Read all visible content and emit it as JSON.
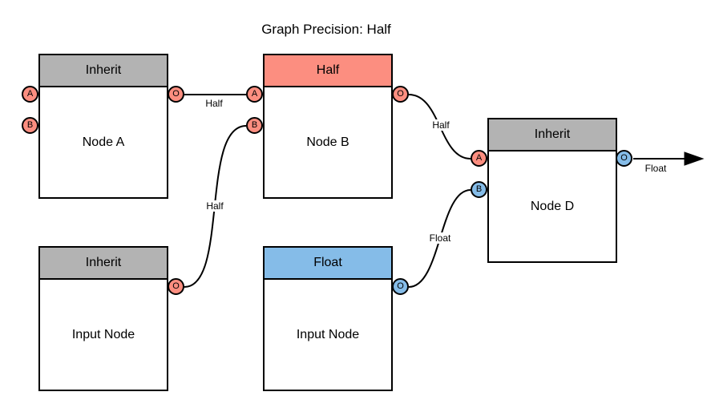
{
  "title": "Graph Precision: Half",
  "colors": {
    "inherit": "#B3B3B3",
    "half": "#FC8E80",
    "float": "#85BCE8",
    "stroke": "#000000",
    "background": "#FFFFFF"
  },
  "nodes": [
    {
      "name": "Node A",
      "header": "Inherit",
      "precision": "inherit",
      "ports": [
        {
          "label": "A",
          "color": "half"
        },
        {
          "label": "B",
          "color": "half"
        },
        {
          "label": "O",
          "color": "half"
        }
      ]
    },
    {
      "name": "Node B",
      "header": "Half",
      "precision": "half",
      "ports": [
        {
          "label": "A",
          "color": "half"
        },
        {
          "label": "B",
          "color": "half"
        },
        {
          "label": "O",
          "color": "half"
        }
      ]
    },
    {
      "name": "Node D",
      "header": "Inherit",
      "precision": "inherit",
      "ports": [
        {
          "label": "A",
          "color": "half"
        },
        {
          "label": "B",
          "color": "float"
        },
        {
          "label": "O",
          "color": "float"
        }
      ]
    },
    {
      "name": "Input Node",
      "header": "Inherit",
      "precision": "inherit",
      "ports": [
        {
          "label": "O",
          "color": "half"
        }
      ]
    },
    {
      "name": "Input Node",
      "header": "Float",
      "precision": "float",
      "ports": [
        {
          "label": "O",
          "color": "float"
        }
      ]
    }
  ],
  "edges": [
    {
      "label": "Half",
      "from": "Node A.O",
      "to": "Node B.A"
    },
    {
      "label": "Half",
      "from": "Input Node (Inherit).O",
      "to": "Node B.B"
    },
    {
      "label": "Half",
      "from": "Node B.O",
      "to": "Node D.A"
    },
    {
      "label": "Float",
      "from": "Input Node (Float).O",
      "to": "Node D.B"
    },
    {
      "label": "Float",
      "from": "Node D.O",
      "to": "graph-output",
      "arrow": true
    }
  ]
}
